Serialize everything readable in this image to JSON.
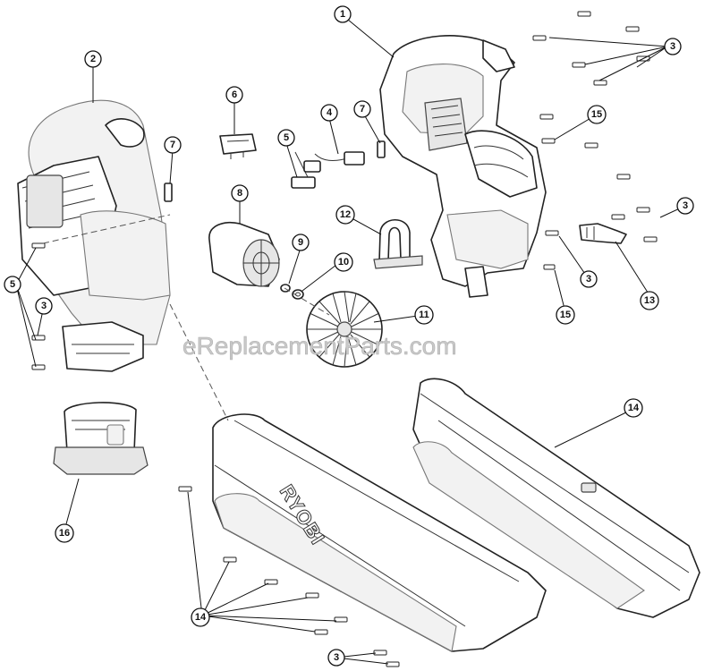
{
  "watermark": "eReplacementParts.com",
  "brand_mark": "RYOBI",
  "callouts": [
    "1",
    "2",
    "3",
    "4",
    "5",
    "6",
    "7",
    "8",
    "9",
    "10",
    "11",
    "12",
    "13",
    "14",
    "15",
    "16"
  ]
}
